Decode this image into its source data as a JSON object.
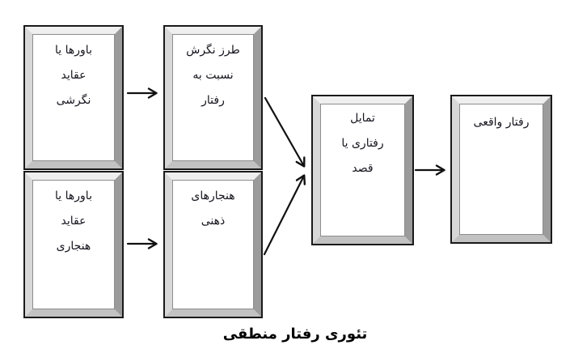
{
  "diagram": {
    "caption": "تئوری رفتار منطقی",
    "boxes": [
      {
        "id": "attitudinal-beliefs",
        "full_text": "باورها یا عقاید نگرشی",
        "lines": [
          "باورها یا",
          "عقاید",
          "نگرشی"
        ]
      },
      {
        "id": "normative-beliefs",
        "full_text": "باورها یا عقاید هنجاری",
        "lines": [
          "باورها یا",
          "عقاید",
          "هنجاری"
        ]
      },
      {
        "id": "attitude-toward-behavior",
        "full_text": "طرز نگرش نسبت به رفتار",
        "lines": [
          "طرز نگرش",
          "نسبت به",
          "رفتار"
        ]
      },
      {
        "id": "subjective-norms",
        "full_text": "هنجارهای ذهنی",
        "lines": [
          "هنجارهای",
          "ذهنی"
        ]
      },
      {
        "id": "behavioral-intention",
        "full_text": "تمایل رفتاری یا قصد",
        "lines": [
          "تمایل",
          "رفتاری یا",
          "قصد"
        ]
      },
      {
        "id": "actual-behavior",
        "full_text": "رفتار واقعی",
        "lines": [
          "رفتار واقعی"
        ]
      }
    ],
    "arrows": [
      {
        "from": "attitudinal-beliefs",
        "to": "attitude-toward-behavior"
      },
      {
        "from": "normative-beliefs",
        "to": "subjective-norms"
      },
      {
        "from": "attitude-toward-behavior",
        "to": "behavioral-intention"
      },
      {
        "from": "subjective-norms",
        "to": "behavioral-intention"
      },
      {
        "from": "behavioral-intention",
        "to": "actual-behavior"
      }
    ],
    "colors": {
      "box_border": "#1a1a1a",
      "frame_light": "#efefef",
      "frame_dark": "#9b9b9b",
      "arrow": "#111111",
      "text": "#15151e",
      "background": "#ffffff"
    }
  }
}
